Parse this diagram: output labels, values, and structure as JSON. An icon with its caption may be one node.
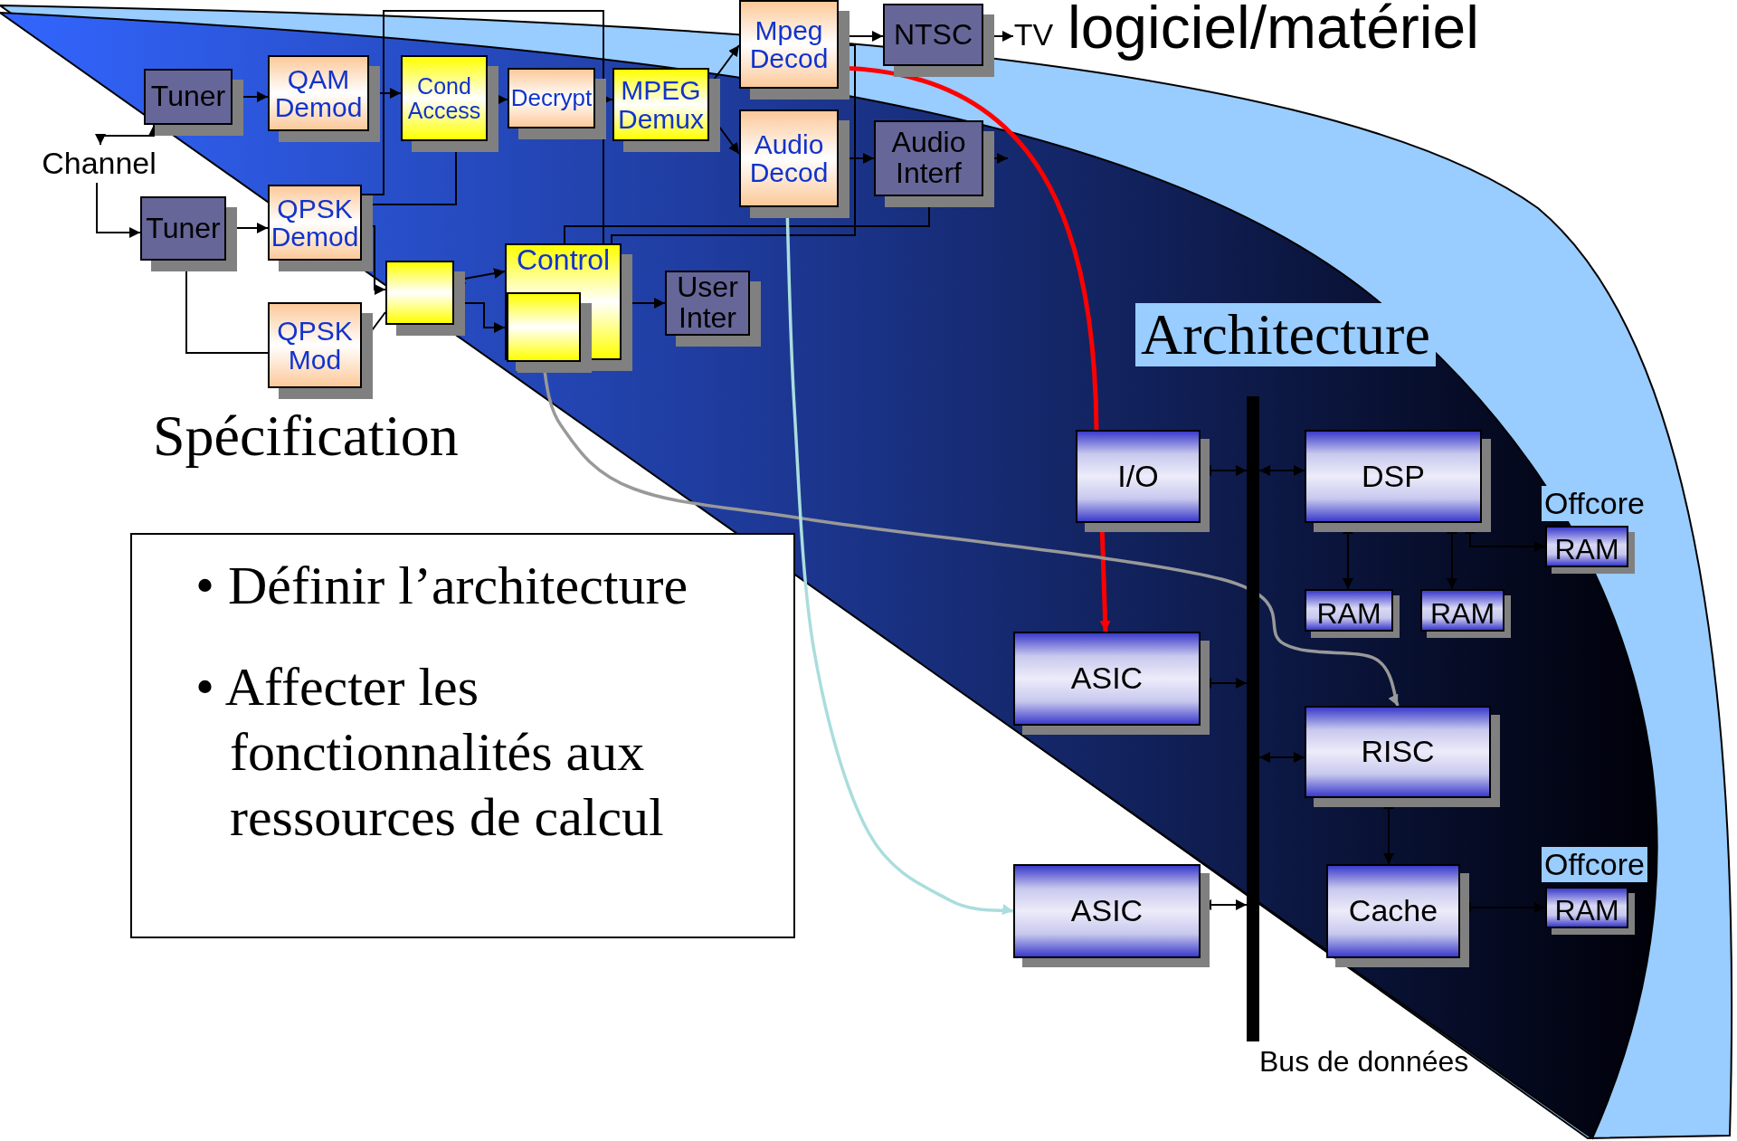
{
  "diagram": {
    "title": "logiciel/matériel",
    "nodes": [
      {
        "text": [
          "Tuner"
        ]
      },
      {
        "text": [
          "Tuner"
        ]
      },
      {
        "text": [
          "Channel"
        ]
      },
      {
        "text": [
          "QAM Demod"
        ]
      },
      {
        "text": [
          "QPSK Demod"
        ]
      },
      {
        "text": [
          "QPSK Mod"
        ]
      },
      {
        "text": [
          "Cond Access"
        ]
      },
      {
        "text": [
          "Decrypt"
        ]
      },
      {
        "text": [
          "MPEG Demux"
        ]
      },
      {
        "text": [
          "Mpeg Decod"
        ]
      },
      {
        "text": [
          "Audio Decod"
        ]
      },
      {
        "text": [
          "NTSC"
        ]
      },
      {
        "text": [
          "TV"
        ]
      },
      {
        "text": [
          "Audio Interf"
        ]
      },
      {
        "text": [],
        "shape": "box"
      },
      {
        "text": [
          "Control"
        ]
      },
      {
        "text": [],
        "shape": "box",
        "in": 15
      },
      {
        "text": [
          "User Inter"
        ]
      },
      {
        "text": [
          "I/O"
        ]
      },
      {
        "text": [
          "ASIC"
        ]
      },
      {
        "text": [
          "ASIC"
        ]
      },
      {
        "text": [],
        "shape": "bar",
        "beside": [
          "Bus de données"
        ]
      },
      {
        "text": [
          "DSP"
        ]
      },
      {
        "text": [
          "RAM"
        ]
      },
      {
        "text": [
          "RAM"
        ]
      },
      {
        "text": [
          "RAM"
        ],
        "beside": [
          "Offcore"
        ]
      },
      {
        "text": [
          "RISC"
        ]
      },
      {
        "text": [
          "Cache"
        ]
      },
      {
        "text": [
          "RAM"
        ],
        "beside": [
          "Offcore"
        ]
      },
      {
        "text": [
          "• Définir l’architecture",
          "• Affecter les fonctionnalités aux ressources de calcul"
        ]
      }
    ],
    "edges": [
      {
        "from": 2,
        "to": 0,
        "arrow": "both"
      },
      {
        "from": 2,
        "to": 1,
        "arrow": "to"
      },
      {
        "from": 0,
        "to": 3,
        "arrow": "to"
      },
      {
        "from": 1,
        "to": 4,
        "arrow": "to"
      },
      {
        "from": 5,
        "to": 1,
        "arrow": "to"
      },
      {
        "from": 3,
        "to": 6,
        "arrow": "to"
      },
      {
        "from": 4,
        "to": 6,
        "arrow": "to"
      },
      {
        "from": 6,
        "to": 7,
        "arrow": "to"
      },
      {
        "from": 7,
        "to": 8,
        "arrow": "to"
      },
      {
        "from": 8,
        "to": 9,
        "arrow": "to"
      },
      {
        "from": 8,
        "to": 10,
        "arrow": "to"
      },
      {
        "from": 9,
        "to": 11,
        "arrow": "to"
      },
      {
        "from": 11,
        "to": 12,
        "arrow": "to"
      },
      {
        "from": 10,
        "to": 13,
        "arrow": "to"
      },
      {
        "from": 13,
        "to": null,
        "arrow": "to"
      },
      {
        "from": 4,
        "to": 14,
        "arrow": "to"
      },
      {
        "from": 14,
        "to": 5,
        "arrow": "to"
      },
      {
        "from": 15,
        "to": 14,
        "arrow": "both"
      },
      {
        "from": 14,
        "to": 16,
        "arrow": "to"
      },
      {
        "from": 15,
        "to": 17,
        "arrow": "to"
      },
      {
        "from": 15,
        "to": 9,
        "arrow": "to"
      },
      {
        "from": 15,
        "to": 13,
        "arrow": "to"
      },
      {
        "from": 15,
        "to": 4,
        "arrow": "none"
      },
      {
        "from": 9,
        "to": 18,
        "arrow": "none",
        "style": "thick",
        "color": "#ff0000"
      },
      {
        "from": 18,
        "to": 19,
        "arrow": "to",
        "style": "thick",
        "color": "#ff0000"
      },
      {
        "from": 16,
        "to": 26,
        "arrow": "to",
        "color": "#999999"
      },
      {
        "from": 10,
        "to": 20,
        "arrow": "to",
        "color": "#aadddd"
      },
      {
        "from": 18,
        "to": 21,
        "arrow": "both"
      },
      {
        "from": 21,
        "to": 22,
        "arrow": "both"
      },
      {
        "from": 19,
        "to": 21,
        "arrow": "both"
      },
      {
        "from": 21,
        "to": 26,
        "arrow": "both"
      },
      {
        "from": 20,
        "to": 21,
        "arrow": "both"
      },
      {
        "from": 22,
        "to": 23,
        "arrow": "both"
      },
      {
        "from": 22,
        "to": 24,
        "arrow": "both"
      },
      {
        "from": 22,
        "to": 25,
        "arrow": "both"
      },
      {
        "from": 26,
        "to": 27,
        "arrow": "both"
      },
      {
        "from": 27,
        "to": 28,
        "arrow": "both"
      }
    ],
    "labels": [
      "Spécification",
      "Architecture"
    ]
  }
}
